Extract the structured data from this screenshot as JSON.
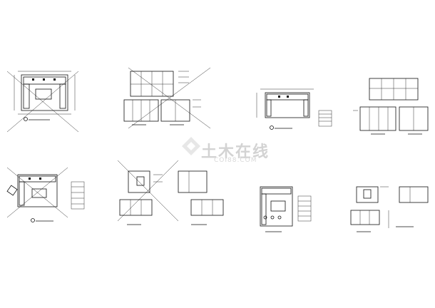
{
  "watermark": {
    "brand_text": "土木在线",
    "sub_text": "COI88.COM",
    "color": "#d3d3d3"
  },
  "panels": [
    {
      "kind": "plan"
    },
    {
      "kind": "elevation"
    },
    {
      "kind": "plan"
    },
    {
      "kind": "elevation"
    },
    {
      "kind": "plan"
    },
    {
      "kind": "elevation"
    },
    {
      "kind": "plan"
    },
    {
      "kind": "elevation"
    }
  ]
}
